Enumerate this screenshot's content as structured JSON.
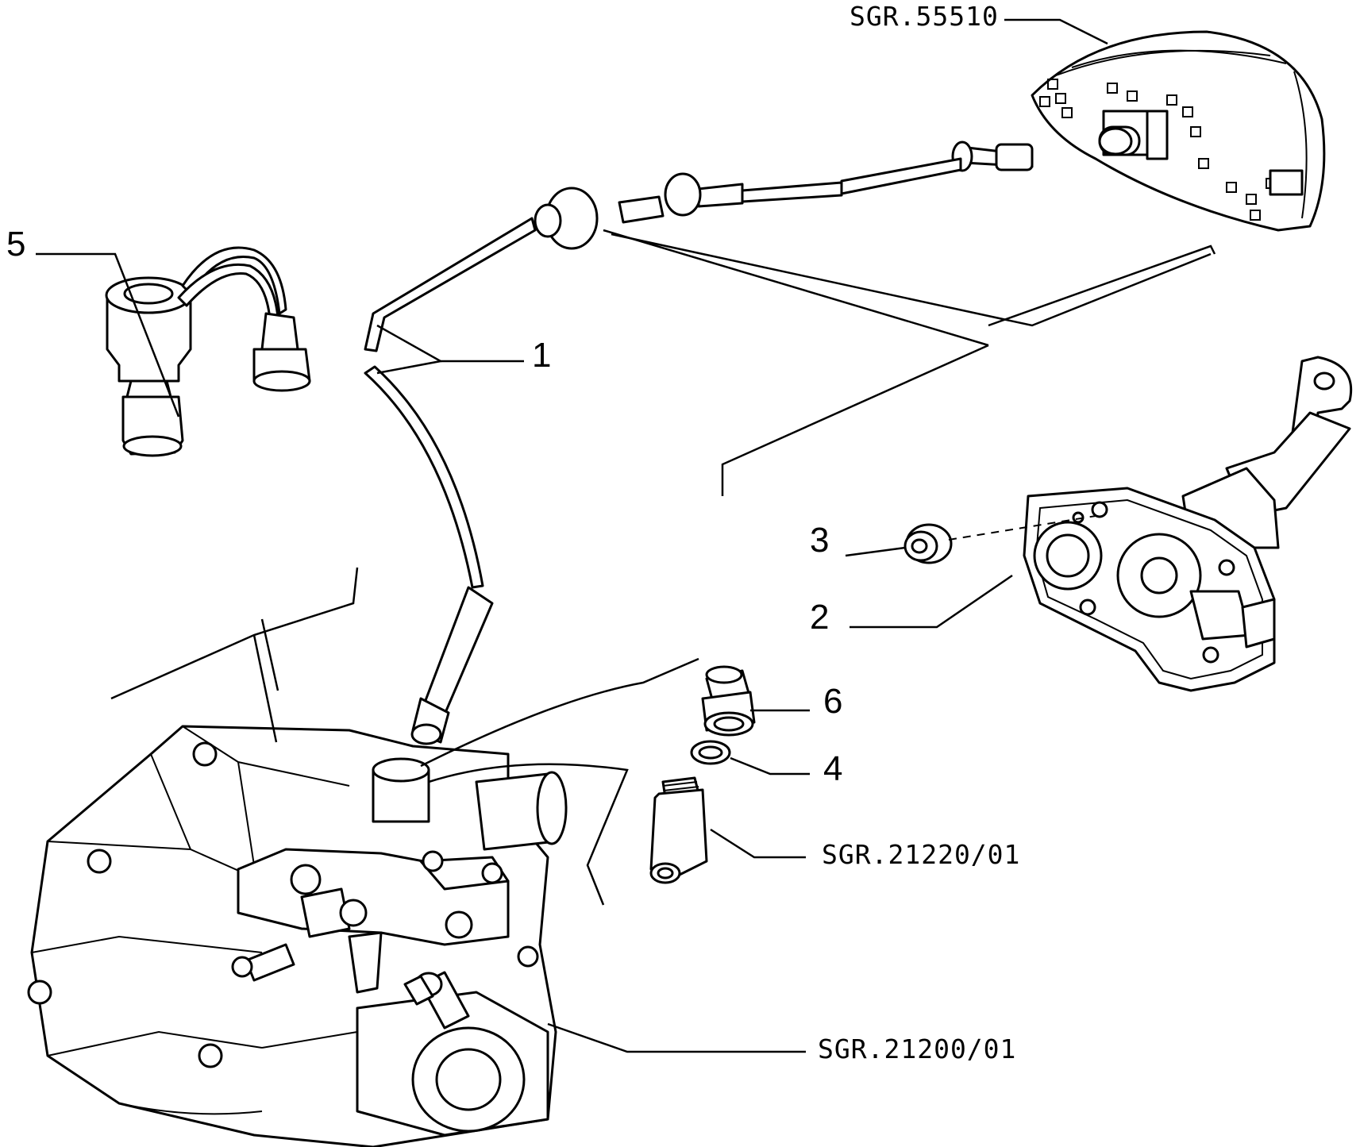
{
  "callouts": {
    "sgr_55510": "SGR.55510",
    "item_1": "1",
    "item_2": "2",
    "item_3": "3",
    "item_4": "4",
    "item_5": "5",
    "item_6": "6",
    "sgr_21220": "SGR.21220/01",
    "sgr_21200": "SGR.21200/01"
  },
  "colors": {
    "line": "#000000",
    "background": "#ffffff"
  }
}
